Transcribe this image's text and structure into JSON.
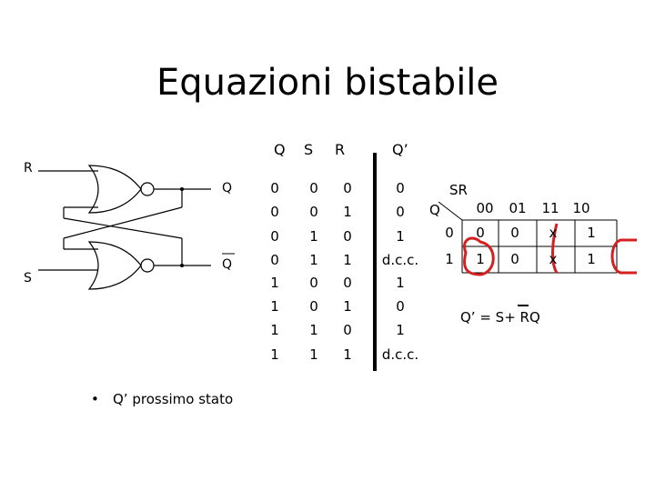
{
  "title": "Equazioni bistabile",
  "circuit": {
    "input_r": "R",
    "input_s": "S",
    "output_q": "Q",
    "output_q_bar": "Q"
  },
  "truth_table": {
    "headers": [
      "Q",
      "S",
      "R",
      "Q’"
    ],
    "rows": [
      [
        "0",
        "0",
        "0",
        "0"
      ],
      [
        "0",
        "0",
        "1",
        "0"
      ],
      [
        "0",
        "1",
        "0",
        "1"
      ],
      [
        "0",
        "1",
        "1",
        "d.c.c."
      ],
      [
        "1",
        "0",
        "0",
        "1"
      ],
      [
        "1",
        "0",
        "1",
        "0"
      ],
      [
        "1",
        "1",
        "0",
        "1"
      ],
      [
        "1",
        "1",
        "1",
        "d.c.c."
      ]
    ]
  },
  "karnaugh": {
    "col_var": "SR",
    "row_var": "Q",
    "col_labels": [
      "00",
      "01",
      "11",
      "10"
    ],
    "row_labels": [
      "0",
      "1"
    ],
    "cells": [
      [
        "0",
        "0",
        "x",
        "1"
      ],
      [
        "1",
        "0",
        "x",
        "1"
      ]
    ],
    "equation": "Q’ = S+ RQ"
  },
  "note": "Q’ prossimo stato",
  "colors": {
    "highlight": "#d42020"
  }
}
